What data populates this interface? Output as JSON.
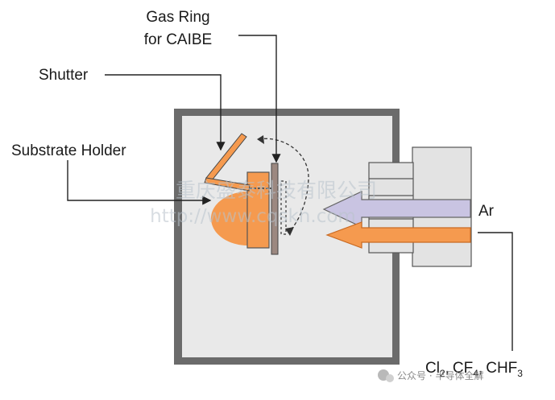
{
  "labels": {
    "gas_ring_line1": "Gas Ring",
    "gas_ring_line2": "for CAIBE",
    "shutter": "Shutter",
    "substrate_holder": "Substrate Holder",
    "ar": "Ar",
    "reactive_gases": {
      "cl": "Cl",
      "cl_sub": "2",
      "sep1": ",",
      "cf": "CF",
      "cf_sub": "4",
      "sep2": ",",
      "chf": "CHF",
      "chf_sub": "3"
    }
  },
  "watermark": {
    "line1": "重庆盛泰科技有限公司",
    "line2": "http://www.cqskh.com"
  },
  "footer": {
    "text": "公众号 · 半导体全解"
  },
  "colors": {
    "chamber_border": "#6b6b6b",
    "chamber_fill": "#e9e9e9",
    "orange": "#f59a4f",
    "orange_dark": "#c96a22",
    "ar_beam": "#c9c4e2",
    "ion_source": "#e3e3e3",
    "wafer": "#9c8880"
  }
}
